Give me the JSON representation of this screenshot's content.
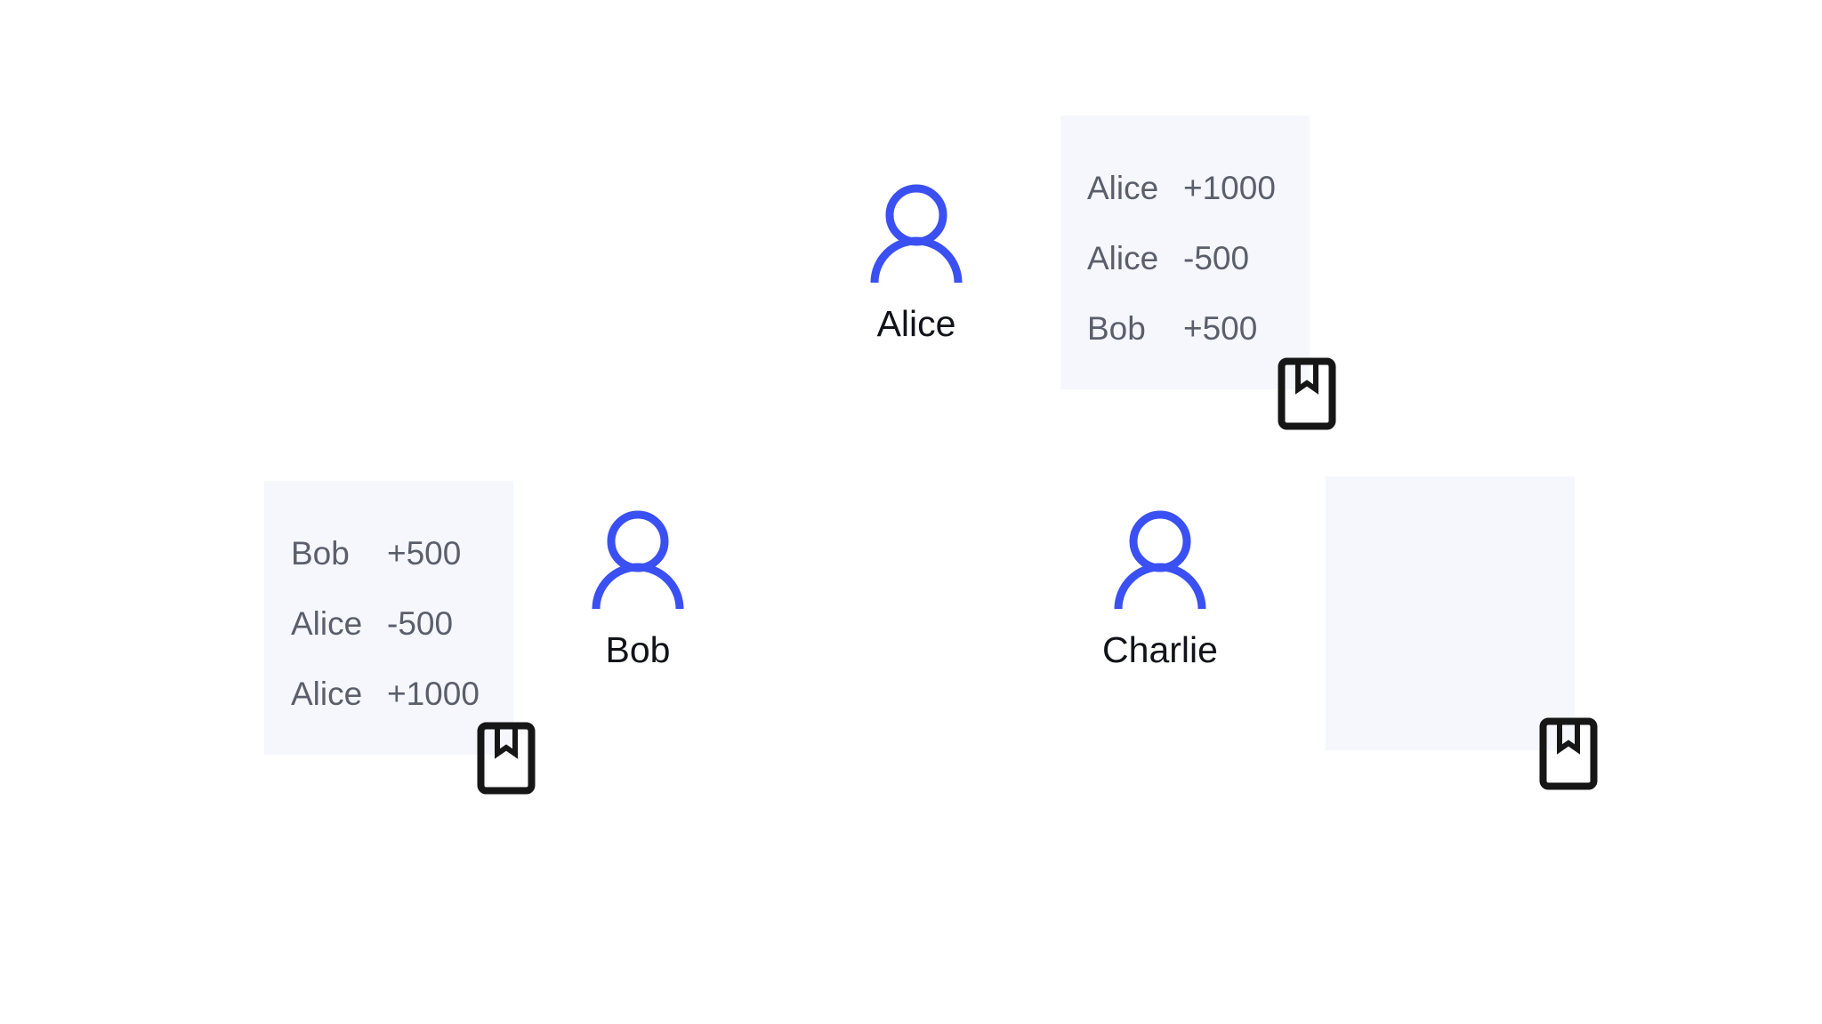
{
  "colors": {
    "user_icon": "#3b50f2",
    "ledger_bg": "#f5f7fd",
    "ledger_text": "#5a5f6b",
    "book_icon": "#161616"
  },
  "nodes": [
    {
      "id": "alice",
      "name": "Alice",
      "icon": "user-icon",
      "ledger": [
        {
          "name": "Alice",
          "amount": "+1000"
        },
        {
          "name": "Alice",
          "amount": "-500"
        },
        {
          "name": "Bob",
          "amount": "+500"
        }
      ],
      "ledger_icon": "book-icon"
    },
    {
      "id": "bob",
      "name": "Bob",
      "icon": "user-icon",
      "ledger": [
        {
          "name": "Bob",
          "amount": "+500"
        },
        {
          "name": "Alice",
          "amount": "-500"
        },
        {
          "name": "Alice",
          "amount": "+1000"
        }
      ],
      "ledger_icon": "book-icon"
    },
    {
      "id": "charlie",
      "name": "Charlie",
      "icon": "user-icon",
      "ledger": [],
      "ledger_icon": "book-icon"
    }
  ]
}
